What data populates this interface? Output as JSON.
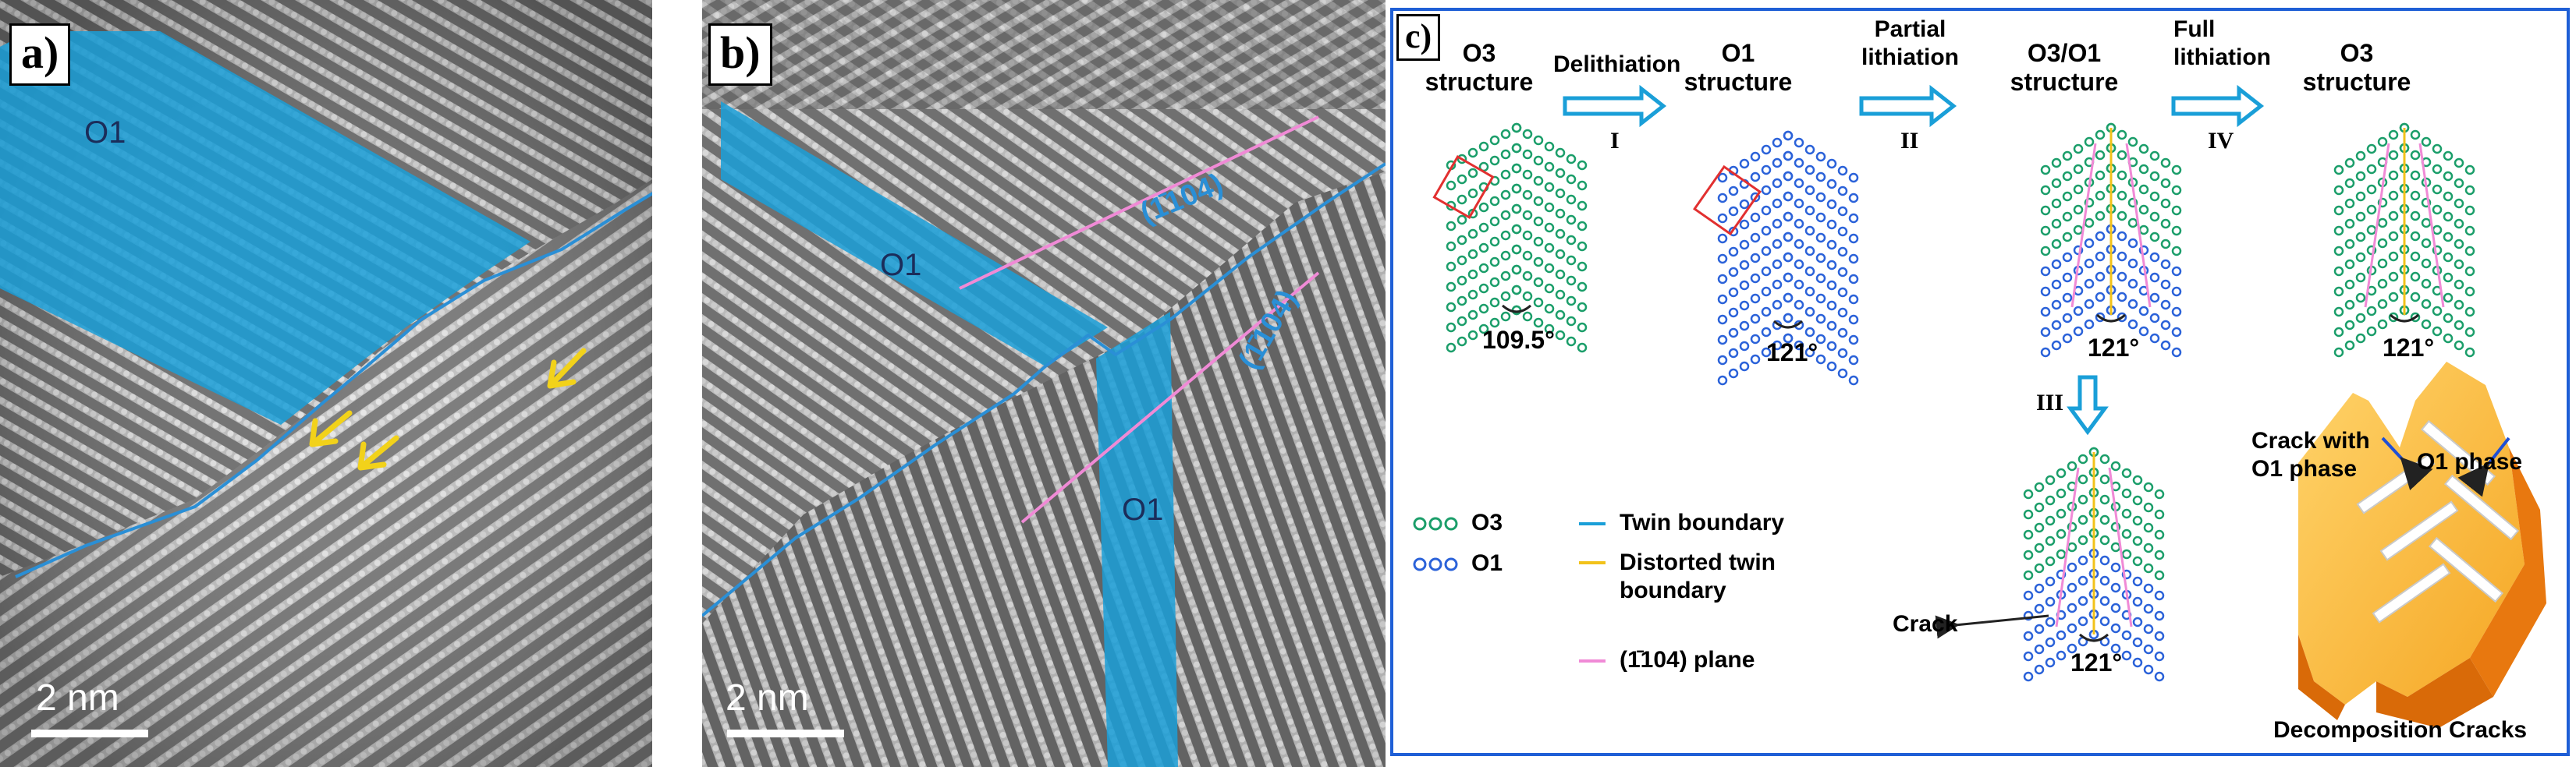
{
  "panel_a": {
    "label": "a)",
    "phase_label": "O1",
    "scale_label": "2 nm",
    "colors": {
      "phase": "#1a9fd8",
      "boundary": "#2a8fd6",
      "arrow": "#f2d21a"
    }
  },
  "panel_b": {
    "label": "b)",
    "phase_label_1": "O1",
    "phase_label_2": "O1",
    "plane_label_1": "(1̄104)",
    "plane_label_2": "(1̄104)",
    "scale_label": "2 nm",
    "colors": {
      "phase": "#1a9fd8",
      "boundary": "#2a8fd6",
      "plane": "#f08ad6"
    }
  },
  "panel_c": {
    "label": "c)",
    "stages": [
      {
        "name_line1": "O3",
        "name_line2": "structure",
        "angle": "109.5°"
      },
      {
        "name_line1": "O1",
        "name_line2": "structure",
        "angle": "121°"
      },
      {
        "name_line1": "O3/O1",
        "name_line2": "structure",
        "angle": "121°"
      },
      {
        "name_line1": "O3",
        "name_line2": "structure",
        "angle": "121°"
      }
    ],
    "transitions": [
      {
        "line1": "Delithiation",
        "line2": "",
        "roman": "I"
      },
      {
        "line1": "Partial",
        "line2": "lithiation",
        "roman": "II"
      },
      {
        "line1": "Full",
        "line2": "lithiation",
        "roman": "IV"
      }
    ],
    "down_roman": "III",
    "crack_label": "Crack",
    "bottom_angle": "121°",
    "legend": {
      "o3": "O3",
      "o1": "O1",
      "twin": "Twin boundary",
      "distorted_line1": "Distorted twin",
      "distorted_line2": "boundary",
      "plane": "(1̄104) plane"
    },
    "particle": {
      "crack_with_line1": "Crack with",
      "crack_with_line2": "O1 phase",
      "o1_phase": "O1 phase",
      "caption": "Decomposition Cracks"
    },
    "colors": {
      "o3": "#1b9e6a",
      "o1": "#2b62d9",
      "twin": "#1a9fd8",
      "distorted": "#f2c21a",
      "plane": "#f08ad6",
      "frame": "#1f5fd6",
      "particle": "#f5a623"
    }
  }
}
